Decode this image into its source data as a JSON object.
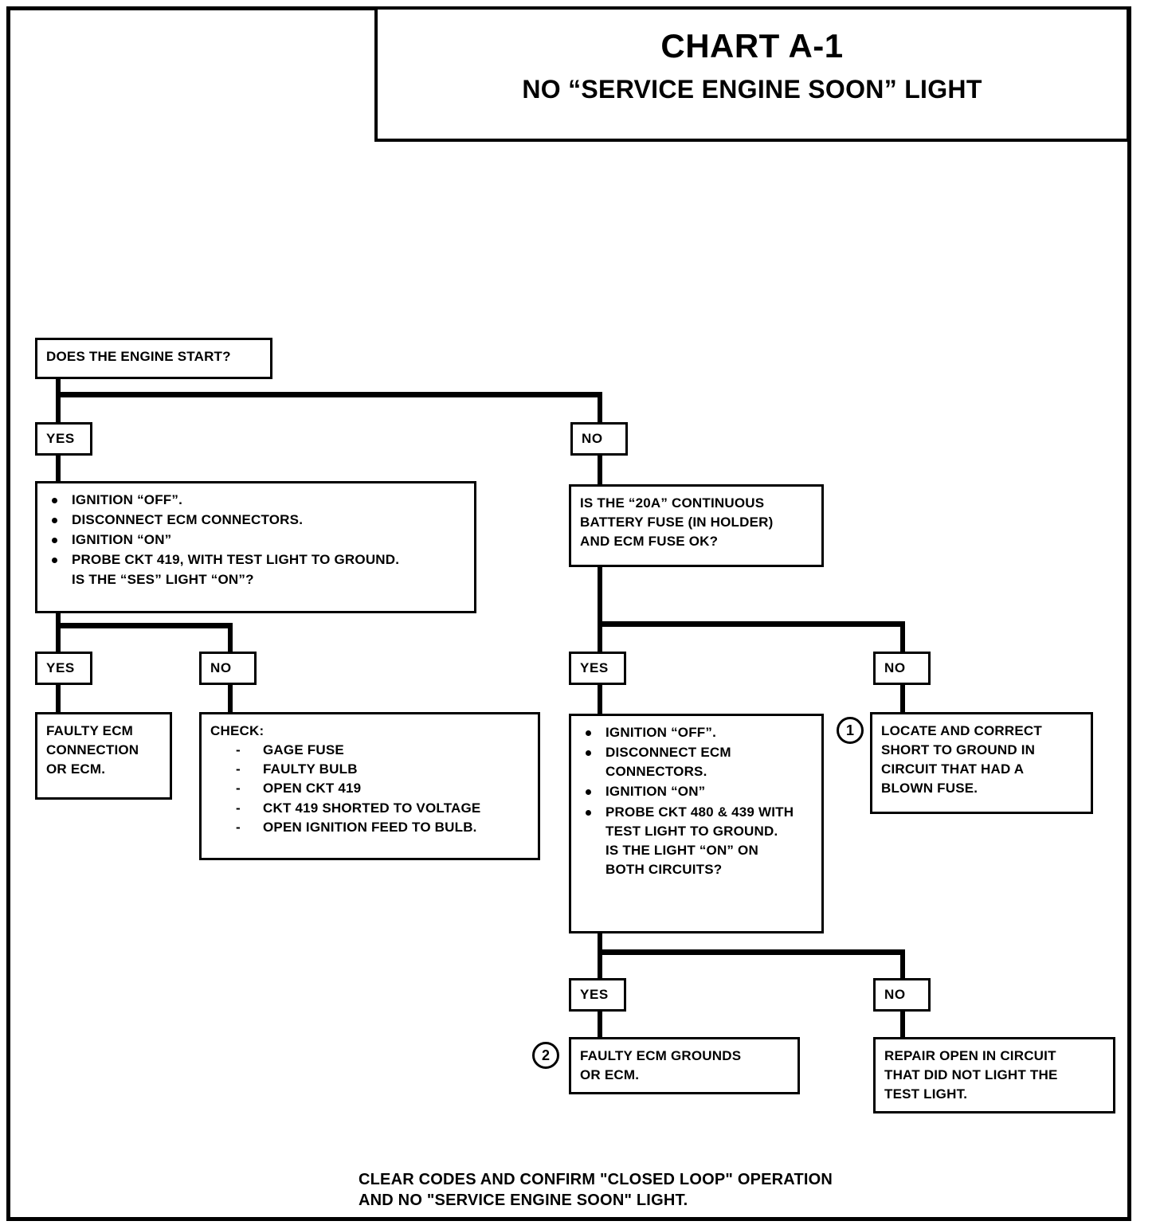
{
  "header": {
    "chart_id": "CHART A-1",
    "chart_title": "NO “SERVICE ENGINE SOON” LIGHT"
  },
  "labels": {
    "yes": "YES",
    "no": "NO"
  },
  "nodes": {
    "start_question": "DOES THE ENGINE START?",
    "left_test": {
      "bullets": [
        "IGNITION “OFF”.",
        "DISCONNECT ECM CONNECTORS.",
        "IGNITION “ON”",
        "PROBE CKT 419, WITH TEST LIGHT TO GROUND."
      ],
      "continuation": "IS THE “SES” LIGHT “ON”?"
    },
    "left_yes_result": {
      "line1": "FAULTY ECM",
      "line2": "CONNECTION",
      "line3": "OR ECM."
    },
    "left_no_check": {
      "heading": "CHECK:",
      "items": [
        "GAGE FUSE",
        "FAULTY BULB",
        "OPEN CKT 419",
        "CKT 419 SHORTED TO VOLTAGE",
        "OPEN IGNITION FEED TO BULB."
      ]
    },
    "fuse_question": {
      "line1": "IS THE “20A” CONTINUOUS",
      "line2": "BATTERY FUSE (IN HOLDER)",
      "line3": "AND ECM FUSE OK?"
    },
    "right_test": {
      "bullets": [
        "IGNITION “OFF”.",
        "DISCONNECT ECM CONNECTORS.",
        "IGNITION “ON”",
        "PROBE CKT 480 & 439 WITH TEST LIGHT TO GROUND."
      ],
      "continuation_line1": "IS THE LIGHT “ON” ON",
      "continuation_line2": "BOTH CIRCUITS?"
    },
    "blown_fuse_result": {
      "callout": "1",
      "line1": "LOCATE AND CORRECT",
      "line2": "SHORT TO GROUND IN",
      "line3": "CIRCUIT THAT HAD A",
      "line4": "BLOWN FUSE."
    },
    "ecm_grounds_result": {
      "callout": "2",
      "line1": "FAULTY ECM GROUNDS",
      "line2": "OR ECM."
    },
    "repair_open_result": {
      "line1": "REPAIR OPEN IN CIRCUIT",
      "line2": "THAT DID NOT LIGHT THE",
      "line3": "TEST LIGHT."
    }
  },
  "footer": {
    "line1": "CLEAR CODES AND CONFIRM \"CLOSED LOOP\" OPERATION",
    "line2": "AND NO \"SERVICE ENGINE SOON\" LIGHT."
  }
}
